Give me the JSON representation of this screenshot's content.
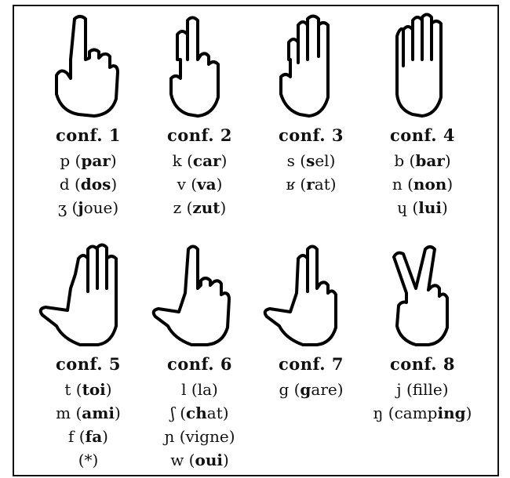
{
  "configurations": [
    {
      "label": "conf. 1",
      "hand": "hand-index-up-icon",
      "examples": [
        {
          "sym": "p",
          "word": "par",
          "bold": "par"
        },
        {
          "sym": "d",
          "word": "dos",
          "bold": "dos"
        },
        {
          "sym": "ʒ",
          "word": "joue",
          "bold": "j"
        }
      ]
    },
    {
      "label": "conf. 2",
      "hand": "hand-two-fingers-together-icon",
      "examples": [
        {
          "sym": "k",
          "word": "car",
          "bold": "car"
        },
        {
          "sym": "v",
          "word": "va",
          "bold": "va"
        },
        {
          "sym": "z",
          "word": "zut",
          "bold": "zut"
        }
      ]
    },
    {
      "label": "conf. 3",
      "hand": "hand-three-fingers-icon",
      "examples": [
        {
          "sym": "s",
          "word": "sel",
          "bold": "s"
        },
        {
          "sym": "ʁ",
          "word": "rat",
          "bold": "r"
        }
      ]
    },
    {
      "label": "conf. 4",
      "hand": "hand-four-fingers-icon",
      "examples": [
        {
          "sym": "b",
          "word": "bar",
          "bold": "bar"
        },
        {
          "sym": "n",
          "word": "non",
          "bold": "non"
        },
        {
          "sym": "ɥ",
          "word": "lui",
          "bold": "lui"
        }
      ]
    },
    {
      "label": "conf. 5",
      "hand": "hand-open-thumb-out-icon",
      "examples": [
        {
          "sym": "t",
          "word": "toi",
          "bold": "toi"
        },
        {
          "sym": "m",
          "word": "ami",
          "bold": "ami"
        },
        {
          "sym": "f",
          "word": "fa",
          "bold": "fa"
        },
        {
          "sym": "",
          "word": "(*)",
          "bold": "",
          "plain": true
        }
      ]
    },
    {
      "label": "conf. 6",
      "hand": "hand-index-thumb-out-icon",
      "examples": [
        {
          "sym": "l",
          "word": "la",
          "bold": ""
        },
        {
          "sym": "ʃ",
          "word": "chat",
          "bold": "ch"
        },
        {
          "sym": "ɲ",
          "word": "vigne",
          "bold": ""
        },
        {
          "sym": "w",
          "word": "oui",
          "bold": "oui"
        }
      ]
    },
    {
      "label": "conf. 7",
      "hand": "hand-two-fingers-thumb-out-icon",
      "examples": [
        {
          "sym": "g",
          "word": "gare",
          "bold": "g"
        }
      ]
    },
    {
      "label": "conf. 8",
      "hand": "hand-v-sign-icon",
      "examples": [
        {
          "sym": "j",
          "word": "fille",
          "bold": ""
        },
        {
          "sym": "ŋ",
          "word": "camping",
          "bold": "ing"
        }
      ]
    }
  ]
}
